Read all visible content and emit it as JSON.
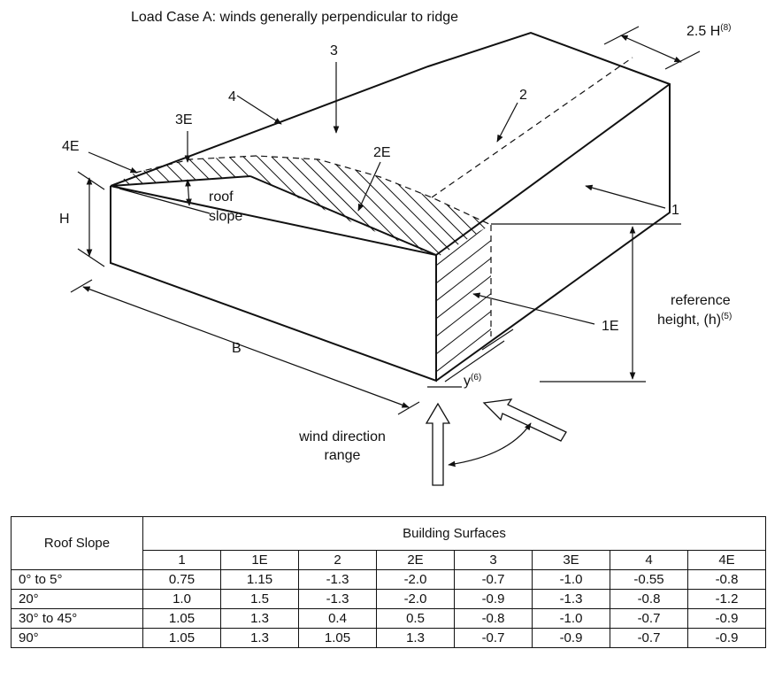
{
  "diagram": {
    "title": "Load Case A:  winds generally perpendicular to ridge",
    "labels": {
      "s1": "1",
      "s1e": "1E",
      "s2": "2",
      "s2e": "2E",
      "s3": "3",
      "s3e": "3E",
      "s4": "4",
      "s4e": "4E",
      "h": "H",
      "b": "B",
      "roof_slope_line1": "roof",
      "roof_slope_line2": "slope",
      "ref_line1": "reference",
      "ref_line2": "height, (h)",
      "ref_sup": "(5)",
      "y": "y",
      "y_sup": "(6)",
      "dim_25h": "2.5 H",
      "dim_25h_sup": "(8)",
      "wind_line1": "wind direction",
      "wind_line2": "range"
    }
  },
  "table": {
    "row_header": "Roof Slope",
    "group_header": "Building Surfaces",
    "columns": [
      "1",
      "1E",
      "2",
      "2E",
      "3",
      "3E",
      "4",
      "4E"
    ],
    "rows": [
      {
        "slope": "0° to 5°",
        "values": [
          "0.75",
          "1.15",
          "-1.3",
          "-2.0",
          "-0.7",
          "-1.0",
          "-0.55",
          "-0.8"
        ]
      },
      {
        "slope": "20°",
        "values": [
          "1.0",
          "1.5",
          "-1.3",
          "-2.0",
          "-0.9",
          "-1.3",
          "-0.8",
          "-1.2"
        ]
      },
      {
        "slope": "30° to 45°",
        "values": [
          "1.05",
          "1.3",
          "0.4",
          "0.5",
          "-0.8",
          "-1.0",
          "-0.7",
          "-0.9"
        ]
      },
      {
        "slope": "90°",
        "values": [
          "1.05",
          "1.3",
          "1.05",
          "1.3",
          "-0.7",
          "-0.9",
          "-0.7",
          "-0.9"
        ]
      }
    ]
  }
}
